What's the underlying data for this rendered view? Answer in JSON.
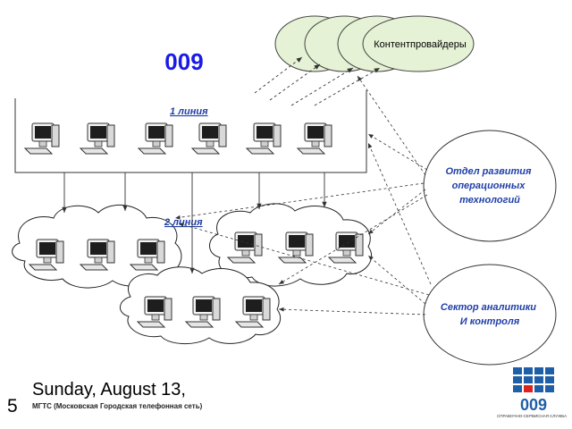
{
  "diagram": {
    "title": "009",
    "line1_label": "1 линия",
    "line2_label": "2 линия",
    "providers_label": "Контентпровайдеры",
    "dept_development": [
      "Отдел развития",
      "операционных",
      "технологий"
    ],
    "sector_analytics": [
      "Сектор аналитики",
      "И контроля"
    ]
  },
  "footer": {
    "slide_number": "5",
    "date_text": "Sunday, August 13,",
    "org_text": "МГТС (Московская Городская телефонная сеть)"
  },
  "logo": {
    "text": "009",
    "caption": "СПРАВОЧНО-СЕРВИСНАЯ СЛУЖБА"
  },
  "colors": {
    "title_blue": "#1a1ae6",
    "label_blue": "#1f3fa8",
    "provider_green": "#e6f2d5",
    "logo_blue": "#1f5fa8"
  }
}
